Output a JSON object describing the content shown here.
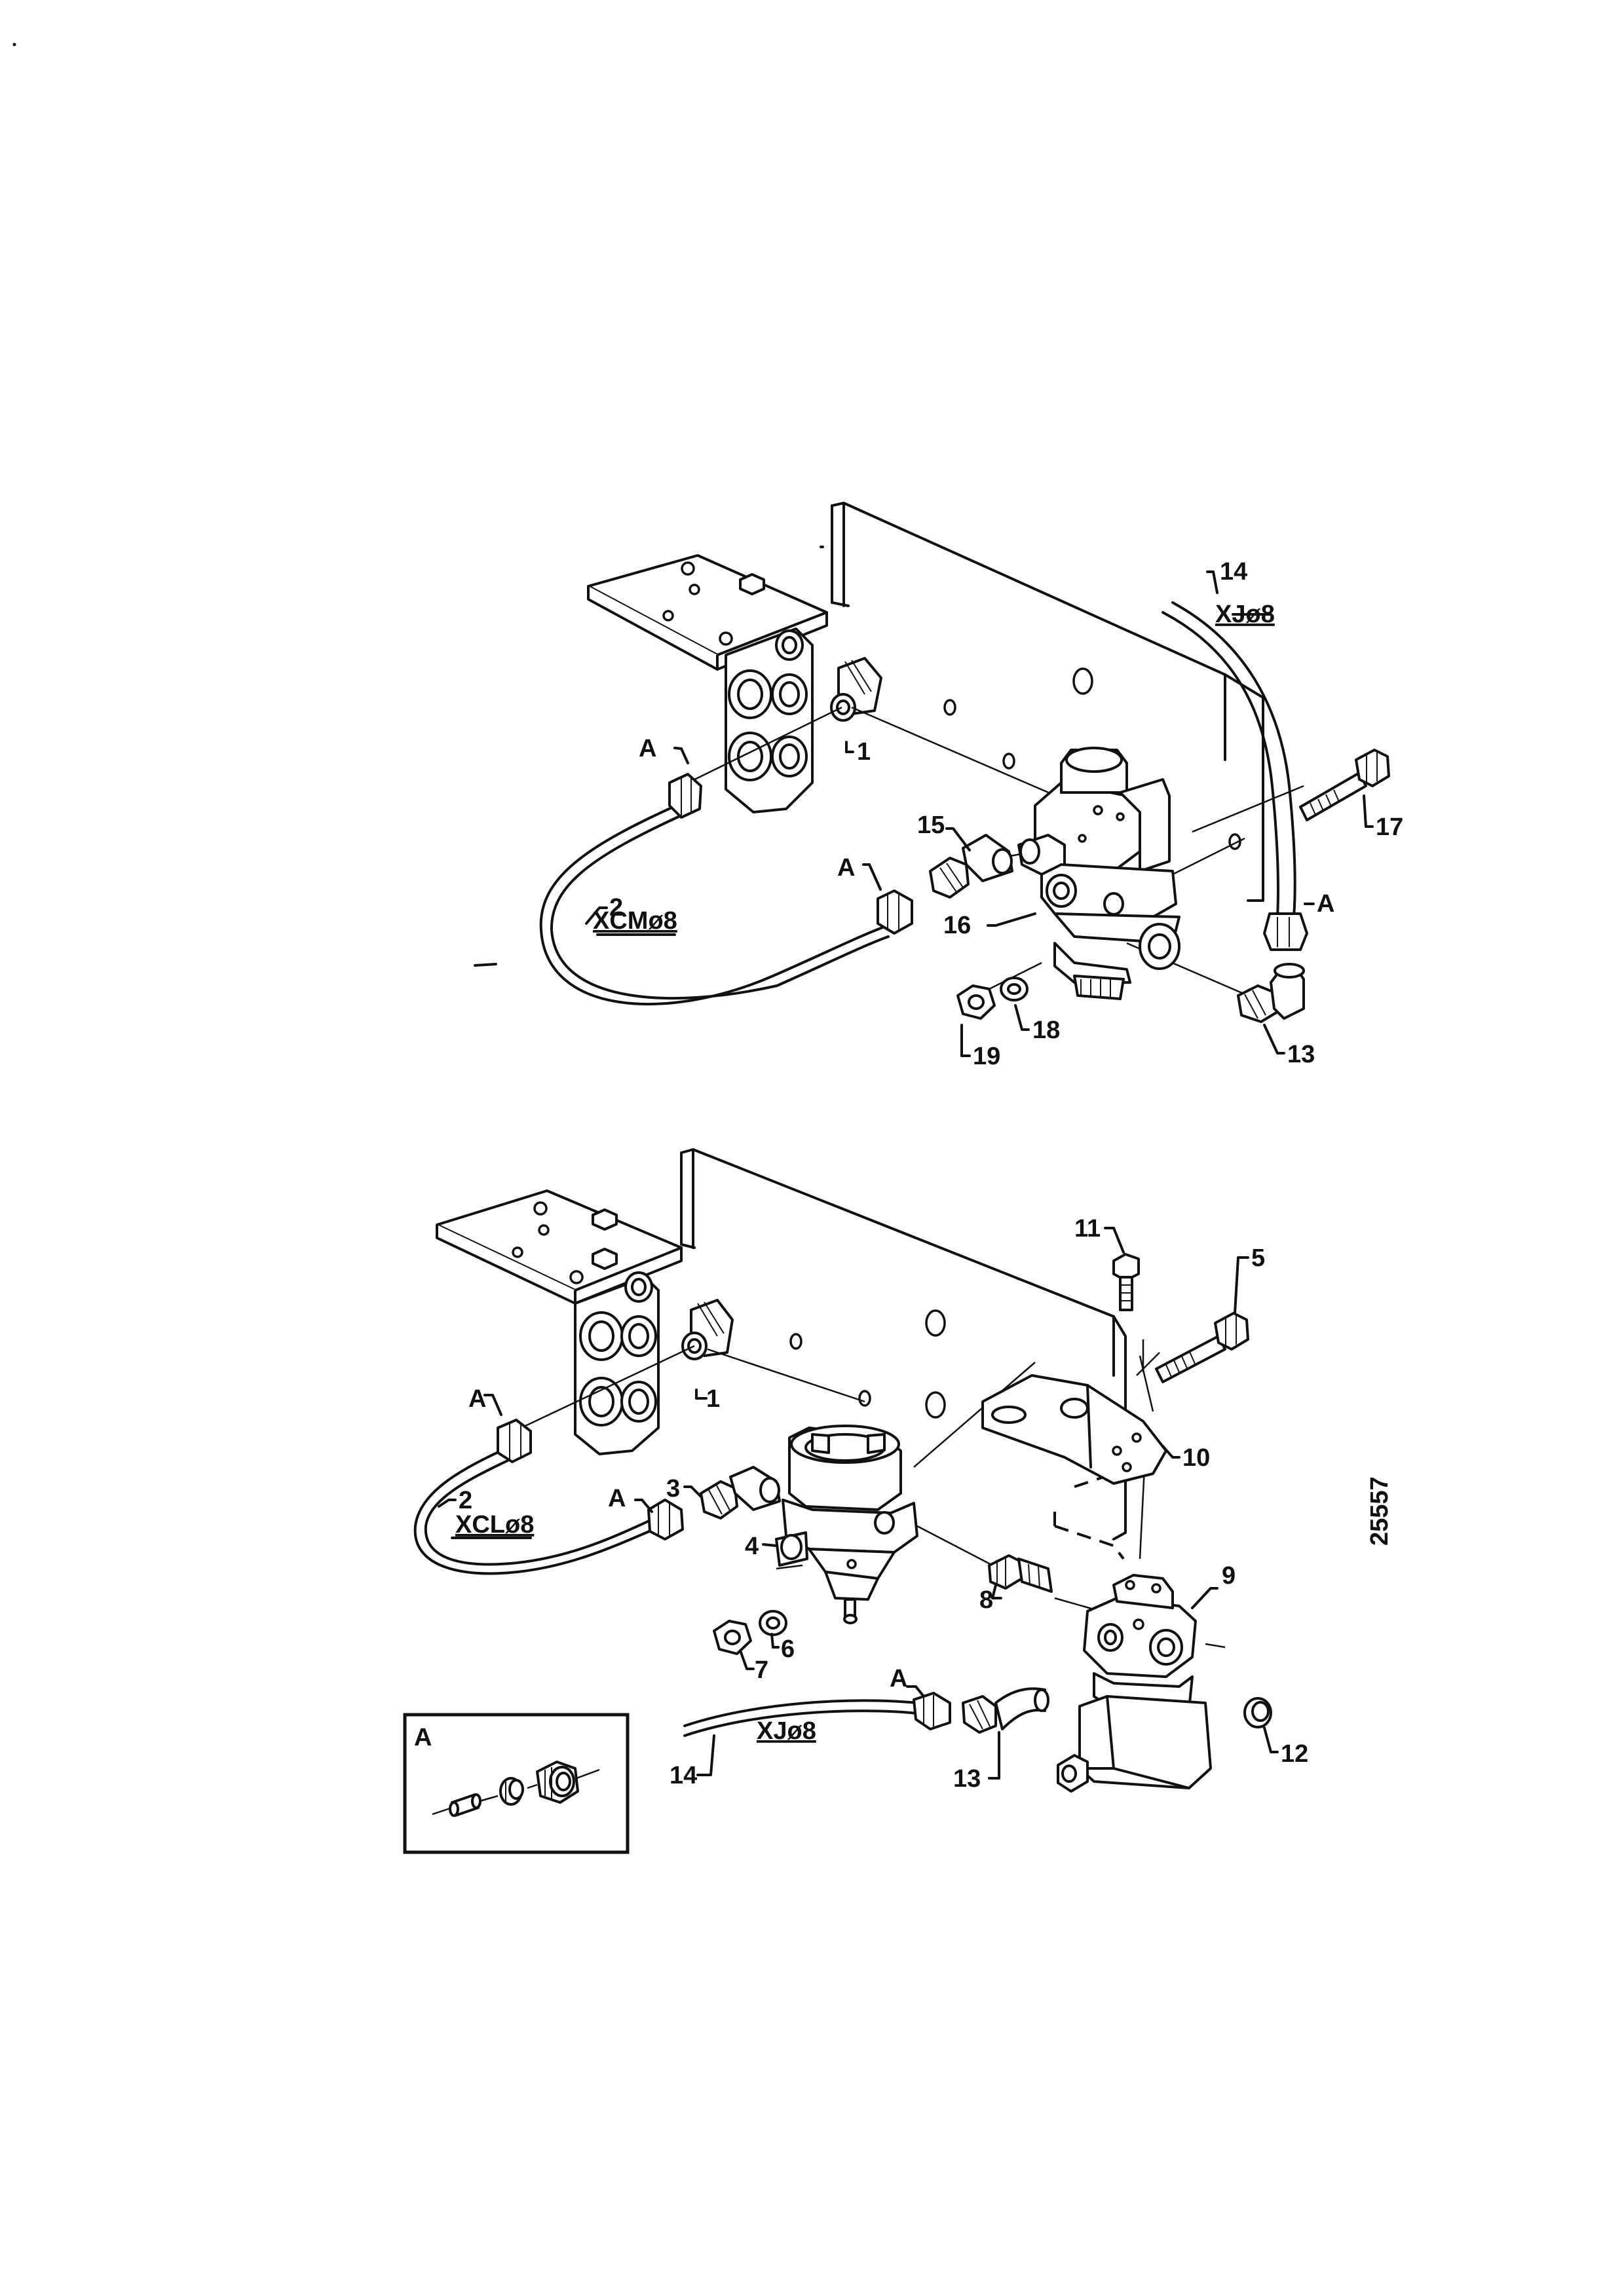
{
  "drawing_number": "25557",
  "upper_assembly": {
    "callouts": {
      "fitting_1": "1",
      "pipe_2": "2",
      "pipe_14": "14",
      "elbow_13": "13",
      "elbow_15": "15",
      "valve_16": "16",
      "bolt_17": "17",
      "washer_18": "18",
      "nut_19": "19",
      "nut_a_left": "A",
      "nut_a_mid": "A",
      "nut_a_right": "A"
    },
    "pipe_codes": {
      "pipe_2": "XCMø8",
      "pipe_14": "XJø8"
    }
  },
  "lower_assembly": {
    "callouts": {
      "fitting_1": "1",
      "pipe_2": "2",
      "elbow_3": "3",
      "valve_4": "4",
      "bolt_5": "5",
      "washer_6": "6",
      "nut_7": "7",
      "adapter_8": "8",
      "valve_9": "9",
      "bracket_10": "10",
      "screw_11": "11",
      "plug_12": "12",
      "elbow_13": "13",
      "pipe_14": "14",
      "nut_a_left": "A",
      "nut_a_mid": "A",
      "nut_a_pipe14": "A"
    },
    "pipe_codes": {
      "pipe_2": "XCLø8",
      "pipe_14": "XJø8"
    }
  },
  "detail_inset": {
    "title": "A"
  }
}
